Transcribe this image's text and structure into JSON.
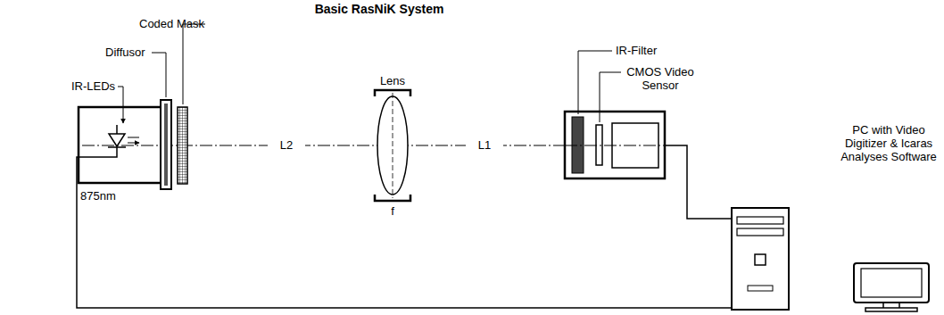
{
  "diagram": {
    "title": "Basic RasNiK System",
    "labels": [
      "Coded Mask",
      "Diffusor",
      "IR-LEDs",
      "875nm",
      "L2",
      "Lens",
      "f",
      "L1",
      "IR-Filter",
      "CMOS Video Sensor",
      "PC with Video Digitizer & Icaras Analyses Software"
    ]
  }
}
